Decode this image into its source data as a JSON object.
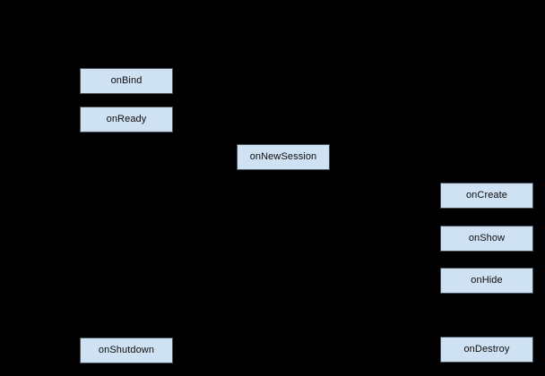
{
  "diagram": {
    "type": "flowchart",
    "colors": {
      "background": "#000000",
      "node_fill": "#cfe2f3",
      "node_border": "#455059",
      "node_text": "#0d0d0d"
    },
    "nodes": [
      {
        "id": "onBind",
        "label": "onBind"
      },
      {
        "id": "onReady",
        "label": "onReady"
      },
      {
        "id": "onNewSession",
        "label": "onNewSession"
      },
      {
        "id": "onCreate",
        "label": "onCreate"
      },
      {
        "id": "onShow",
        "label": "onShow"
      },
      {
        "id": "onHide",
        "label": "onHide"
      },
      {
        "id": "onShutdown",
        "label": "onShutdown"
      },
      {
        "id": "onDestroy",
        "label": "onDestroy"
      }
    ]
  }
}
